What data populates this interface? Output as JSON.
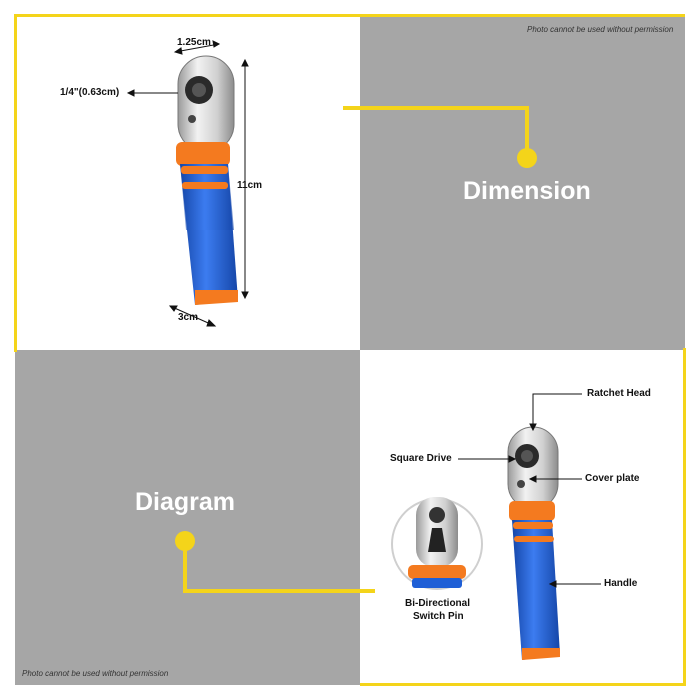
{
  "notices": {
    "top": "Photo cannot be used without permission",
    "bottom": "Photo cannot be used without permission"
  },
  "sections": {
    "dimension_title": "Dimension",
    "diagram_title": "Diagram"
  },
  "dimensions": {
    "head_width": "1.25cm",
    "square_drive": "1/4\"(0.63cm)",
    "length": "11cm",
    "handle_width": "3cm"
  },
  "callouts": {
    "ratchet_head": "Ratchet Head",
    "square_drive": "Square Drive",
    "cover_plate": "Cover plate",
    "handle": "Handle",
    "switch_pin_line1": "Bi-Directional",
    "switch_pin_line2": "Switch Pin"
  },
  "colors": {
    "accent_yellow": "#f4d41a",
    "panel_gray": "#a6a6a6",
    "handle_blue": "#1f5fd6",
    "handle_orange": "#f47a1f",
    "head_silver": "#d8d8d8"
  }
}
